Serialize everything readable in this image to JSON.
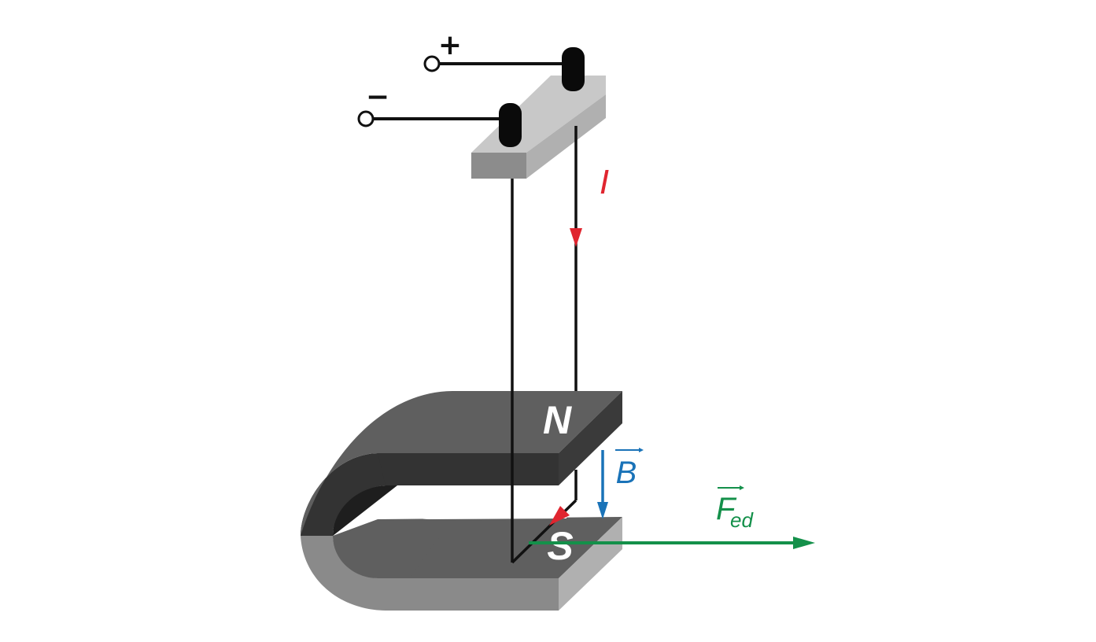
{
  "terminals": {
    "plus": "+",
    "minus": "−"
  },
  "labels": {
    "current": "I",
    "field": "B",
    "force_main": "F",
    "force_sub": "ed"
  },
  "magnet": {
    "north": "N",
    "south": "S"
  },
  "colors": {
    "current": "#e0252f",
    "field": "#1a73b8",
    "force": "#14904a",
    "wire": "#111111",
    "magnet_dark": "#333333",
    "magnet_mid": "#5f5f5f",
    "magnet_light": "#8a8a8a",
    "bar_top": "#c8c8c8",
    "bar_side": "#9a9a9a"
  }
}
